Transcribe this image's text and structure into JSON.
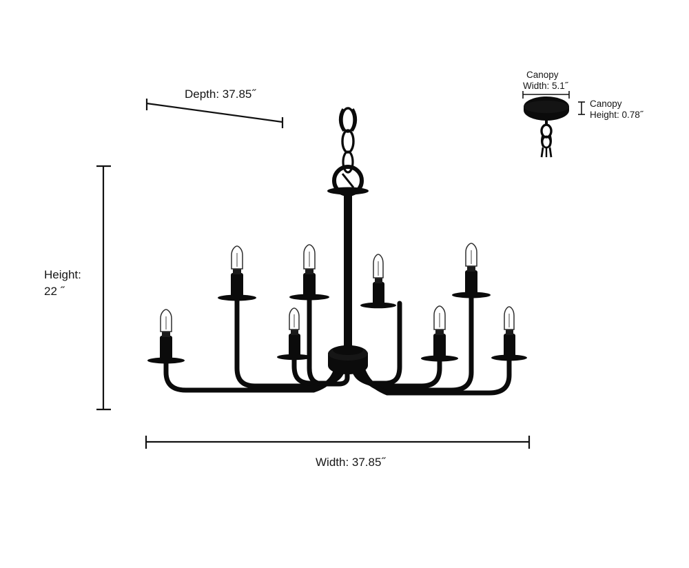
{
  "diagram": {
    "title": "Chandelier dimension diagram",
    "background_color": "#ffffff",
    "line_color": "#111111",
    "fixture_color": "#0b0b0b",
    "glass_color": "#ffffff"
  },
  "dimensions": {
    "depth": {
      "label": "Depth: 37.85˝",
      "value": 37.85,
      "unit": "inches",
      "name": "depth"
    },
    "height": {
      "label_line1": "Height:",
      "label_line2": "22 ˝",
      "value": 22,
      "unit": "inches",
      "name": "height"
    },
    "width": {
      "label": "Width: 37.85˝",
      "value": 37.85,
      "unit": "inches",
      "name": "width"
    },
    "canopy_width": {
      "label_line1": "Canopy",
      "label_line2": "Width: 5.1˝",
      "value": 5.1,
      "unit": "inches",
      "name": "canopy-width"
    },
    "canopy_height": {
      "label_line1": "Canopy",
      "label_line2": "Height: 0.78˝",
      "value": 0.78,
      "unit": "inches",
      "name": "canopy-height"
    }
  },
  "fixture": {
    "type": "chandelier",
    "bulb_count": 8,
    "bulb_style": "clear tubular filament",
    "parts": [
      "chain",
      "hanging-ring",
      "stem",
      "center-hub",
      "arms",
      "bobeche-discs",
      "sockets",
      "bulbs"
    ]
  },
  "canopy_detail": {
    "type": "canopy",
    "parts": [
      "canopy-disc",
      "hook-loop",
      "chain"
    ]
  }
}
